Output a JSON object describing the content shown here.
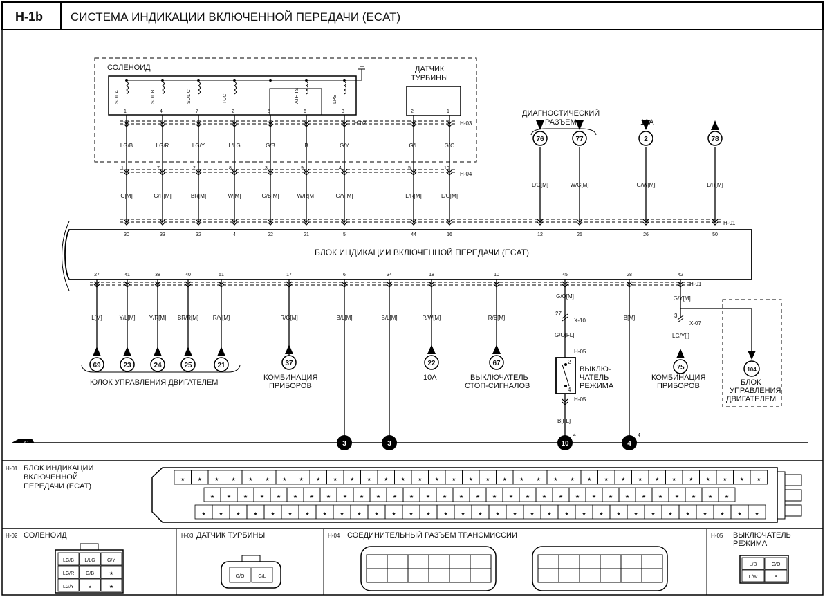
{
  "header": {
    "id": "H-1b",
    "title": "СИСТЕМА ИНДИКАЦИИ ВКЛЮЧЕННОЙ ПЕРЕДАЧИ (ECAT)"
  },
  "solenoid": {
    "title": "СОЛЕНОИД",
    "components": [
      "SOL A",
      "SOL B",
      "SOL C",
      "TCC",
      "ATF TS",
      "LPS"
    ],
    "pins": [
      "1",
      "4",
      "7",
      "2",
      "5",
      "6",
      "3"
    ],
    "connector": "H-02"
  },
  "turbine": {
    "title_line1": "ДАТЧИК",
    "title_line2": "ТУРБИНЫ",
    "pins": [
      "2",
      "1"
    ],
    "connector": "H-03"
  },
  "wires_upper": [
    "LG/B",
    "LG/R",
    "LG/Y",
    "L/LG",
    "G/B",
    "B",
    "G/Y",
    "G/L",
    "G/O"
  ],
  "h04": {
    "connector": "H-04",
    "pins": [
      "1",
      "7",
      "2",
      "8",
      "3",
      "9",
      "4",
      "5",
      "10"
    ]
  },
  "wires_mid": [
    "G[M]",
    "G/R[M]",
    "BR[M]",
    "W[M]",
    "G/B[M]",
    "W/R[M]",
    "G/Y[M]",
    "L/R[M]",
    "L/G[M]"
  ],
  "diag": {
    "title_line1": "ДИАГНОСТИЧЕСКИЙ",
    "title_line2": "РАЗЪЕМ",
    "fuse": "10A"
  },
  "right_refs": {
    "refs": [
      "76",
      "77",
      "2",
      "78"
    ],
    "wires": [
      "L/O[M]",
      "W/G[M]",
      "G/W[M]",
      "L/R[M]"
    ]
  },
  "module": {
    "title": "БЛОК ИНДИКАЦИИ ВКЛЮЧЕННОЙ ПЕРЕДАЧИ (ECAT)",
    "connector": "H-01",
    "top_pins": [
      "30",
      "33",
      "32",
      "4",
      "22",
      "21",
      "5",
      "44",
      "16",
      "12",
      "25",
      "26",
      "50"
    ],
    "bottom_pins": [
      "27",
      "41",
      "38",
      "40",
      "51",
      "17",
      "6",
      "34",
      "18",
      "10",
      "45",
      "28",
      "42"
    ]
  },
  "lower_wires": [
    "L[M]",
    "Y/L[M]",
    "Y/R[M]",
    "BR/R[M]",
    "R/Y[M]",
    "R/G[M]",
    "B/L[M]",
    "B/L[M]",
    "R/W[M]",
    "R/B[M]",
    "G/O[M]",
    "B[M]",
    "LG/Y[M]"
  ],
  "lower_refs": [
    "69",
    "23",
    "24",
    "25",
    "21",
    "37",
    "22",
    "67",
    "75",
    "104"
  ],
  "lower_labels": {
    "engine": "ЮЛОК УПРАВЛЕНИЯ ДВИГАТЕЛЕМ",
    "cluster1_l1": "КОМБИНАЦИЯ",
    "cluster1_l2": "ПРИБОРОВ",
    "fuse10a": "10A",
    "stop_l1": "ВЫКЛЮЧАТЕЛЬ",
    "stop_l2": "СТОП-СИГНАЛОВ",
    "mode_l1": "ВЫКЛЮ-",
    "mode_l2": "ЧАТЕЛЬ",
    "mode_l3": "РЕЖИМА",
    "cluster2_l1": "КОМБИНАЦИЯ",
    "cluster2_l2": "ПРИБОРОВ",
    "ecu_l1": "БЛОК",
    "ecu_l2": "УПРАВЛЕНИЯ",
    "ecu_l3": "ДВИГАТЕЛЕМ"
  },
  "mode_switch": {
    "x10": "X-10",
    "x10pin": "27",
    "h05": "H-05",
    "w1": "G/O[FL]",
    "w2": "B[FL]",
    "pin_a": "2",
    "pin_b": "4"
  },
  "x07": {
    "label": "X-07",
    "pin": "3",
    "wire": "LG/Y[I]"
  },
  "grounds": [
    "G",
    "3",
    "3",
    "10",
    "4"
  ],
  "ground_pin": "4",
  "h01_panel": {
    "id": "H-01",
    "name_l1": "БЛОК ИНДИКАЦИИ",
    "name_l2": "ВКЛЮЧЕННОЙ",
    "name_l3": "ПЕРЕДАЧИ (ECAT)"
  },
  "h02_panel": {
    "id": "H-02",
    "name": "СОЛЕНОИД",
    "cells": [
      "LG/B",
      "L/LG",
      "G/Y",
      "LG/R",
      "G/B",
      "★",
      "LG/Y",
      "B",
      "★"
    ]
  },
  "h03_panel": {
    "id": "H-03",
    "name": "ДАТЧИК ТУРБИНЫ",
    "cells": [
      "G/O",
      "G/L"
    ]
  },
  "h04_panel": {
    "id": "H-04",
    "name": "СОЕДИНИТЕЛЬНЫЙ РАЗЪЕМ ТРАНСМИССИИ"
  },
  "h05_panel": {
    "id": "H-05",
    "name_l1": "ВЫКЛЮЧАТЕЛЬ",
    "name_l2": "РЕЖИМА",
    "cells": [
      "L/B",
      "G/O",
      "L/W",
      "B"
    ]
  }
}
